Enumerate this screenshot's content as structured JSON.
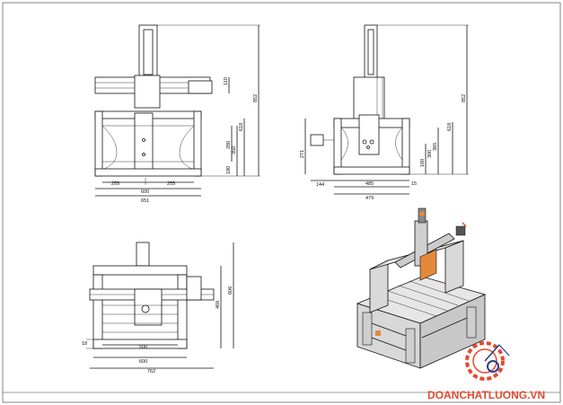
{
  "drawing": {
    "front_view": {
      "dims": [
        "110",
        "852",
        "618",
        "280",
        "180",
        "350",
        "255",
        "255",
        "600",
        "651"
      ]
    },
    "side_view": {
      "dims": [
        "852",
        "618",
        "365",
        "271",
        "160",
        "300",
        "144",
        "485",
        "15",
        "479"
      ]
    },
    "top_view": {
      "dims": [
        "18",
        "606",
        "468",
        "500",
        "600",
        "762"
      ]
    },
    "watermark": "DOANCHATLUONG.VN",
    "colors": {
      "line": "#111111",
      "accent_orange": "#e38a3a",
      "logo_red": "#e34a2f",
      "logo_blue": "#2a3d8f"
    }
  }
}
